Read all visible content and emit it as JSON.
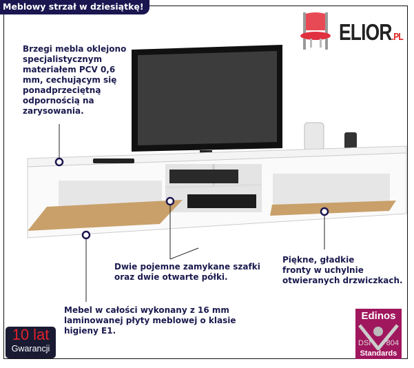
{
  "banner": {
    "title": "Meblowy strzał w dziesiątkę!"
  },
  "logo": {
    "name": "ELIOR",
    "suffix": ".PL"
  },
  "notes": {
    "edges": "Brzegi mebla oklejono\nspecjalistycznym\nmateriałem PCV 0,6\nmm, cechującym się\nponadprzeciętną\nodpornością na\nzarysowania.",
    "storage": "Dwie pojemne zamykane szafki\noraz dwie otwarte półki.",
    "fronts": "Piękne, gładkie\nfronty w uchylnie\notwieranych drzwiczkach.",
    "material": "Mebel w całości wykonany z 16 mm\nlaminowanej płyty meblowej o klasie\nhigieny E1."
  },
  "warranty": {
    "years": "10 lat",
    "label": "Gwarancji"
  },
  "certificate": {
    "brand": "Edinos",
    "left": "DSI",
    "right": "804",
    "label": "Standards"
  },
  "colors": {
    "navy": "#1b1650",
    "text": "#1b1a4e",
    "oak": "#c9a06a",
    "badge": "#a0175e"
  }
}
